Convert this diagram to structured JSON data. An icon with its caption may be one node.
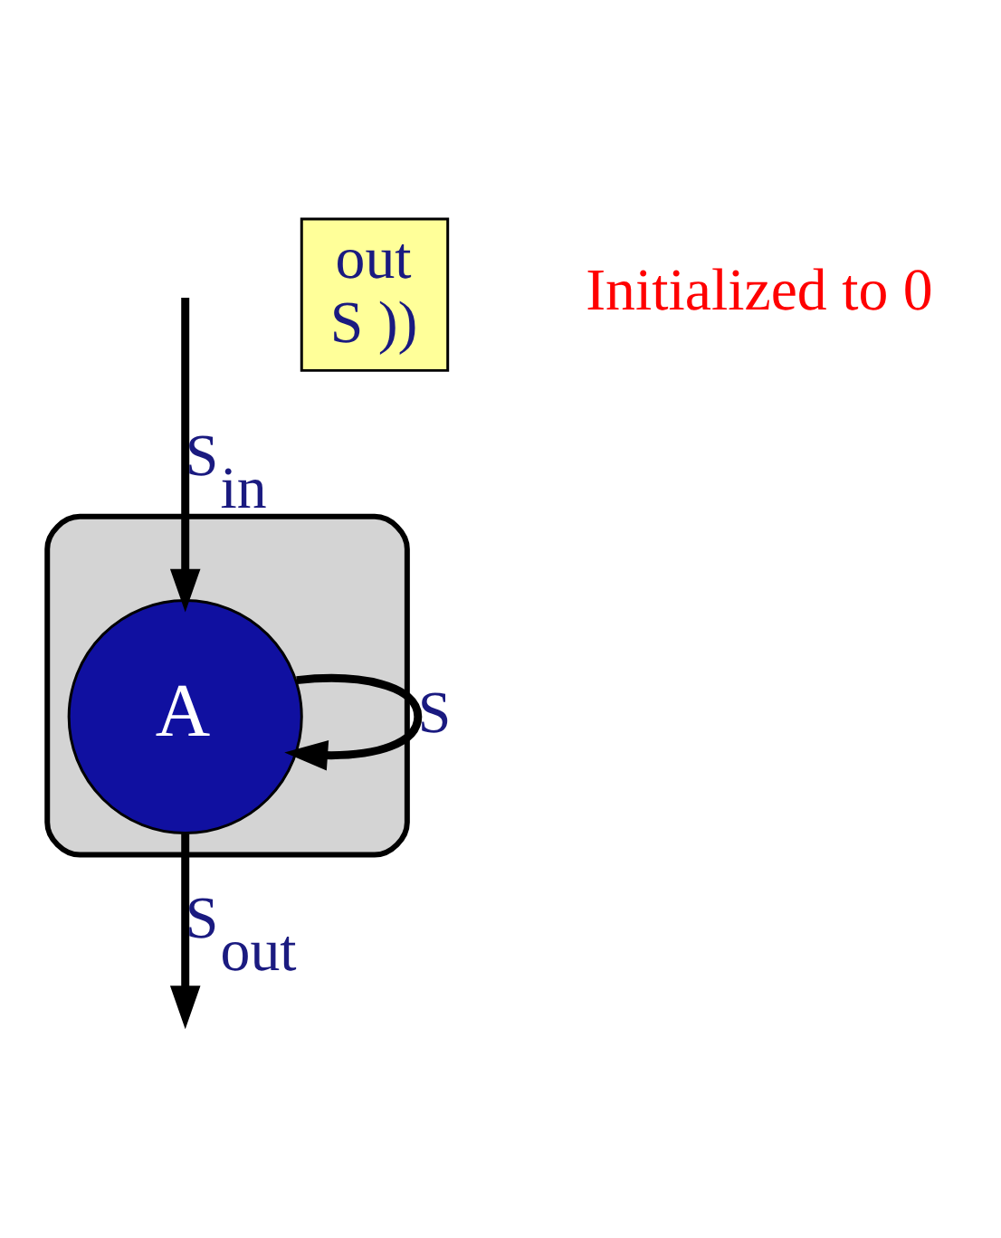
{
  "diagram": {
    "nodes": [
      {
        "text": [],
        "shape": "box"
      },
      {
        "text": [
          "A"
        ],
        "in": 0
      },
      {
        "text": [
          "out",
          "S ))"
        ]
      }
    ],
    "edges": [
      {
        "from": null,
        "to": 1,
        "arrow": "to",
        "label": "S$_{in}$"
      },
      {
        "from": 1,
        "to": 1,
        "arrow": "to",
        "label": "S"
      },
      {
        "from": 1,
        "to": null,
        "arrow": "to",
        "label": "S$_{out}$"
      }
    ],
    "labels": [
      "Initialized to 0"
    ]
  }
}
